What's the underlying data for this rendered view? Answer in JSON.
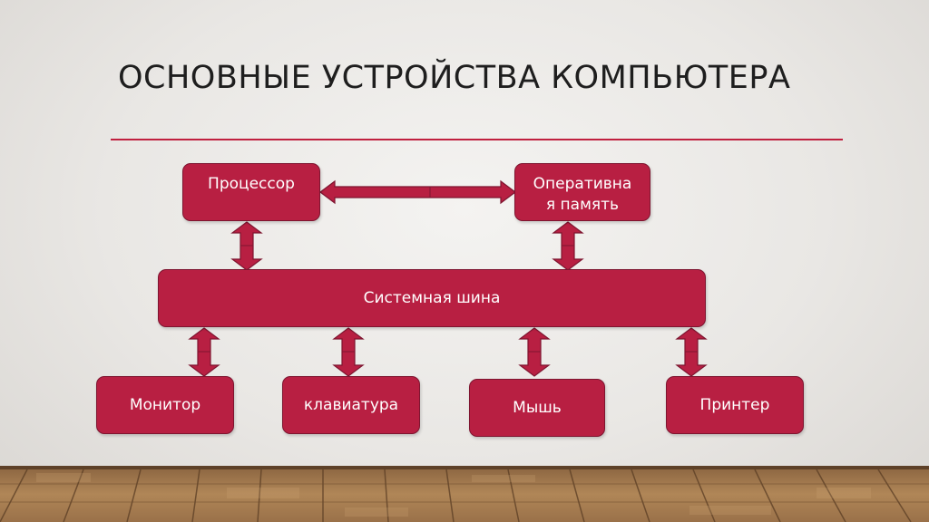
{
  "slide": {
    "title": "ОСНОВНЫЕ УСТРОЙСТВА КОМПЬЮТЕРА"
  },
  "nodes": {
    "processor": "Процессор",
    "ram_line1": "Оперативна",
    "ram_line2": "я память",
    "system_bus": "Системная шина",
    "monitor": "Монитор",
    "keyboard": "клавиатура",
    "mouse": "Мышь",
    "printer": "Принтер"
  },
  "colors": {
    "box_fill": "#b81f42",
    "box_border": "#7e1530",
    "accent_rule": "#c0203f",
    "title_text": "#1e1e1e"
  },
  "connections": [
    {
      "from": "processor",
      "to": "ram",
      "type": "bidirectional-arrow"
    },
    {
      "from": "processor",
      "to": "system_bus",
      "type": "bidirectional-arrow"
    },
    {
      "from": "ram",
      "to": "system_bus",
      "type": "bidirectional-arrow"
    },
    {
      "from": "system_bus",
      "to": "monitor",
      "type": "bidirectional-arrow"
    },
    {
      "from": "system_bus",
      "to": "keyboard",
      "type": "bidirectional-arrow"
    },
    {
      "from": "system_bus",
      "to": "mouse",
      "type": "bidirectional-arrow"
    },
    {
      "from": "system_bus",
      "to": "printer",
      "type": "bidirectional-arrow"
    }
  ]
}
